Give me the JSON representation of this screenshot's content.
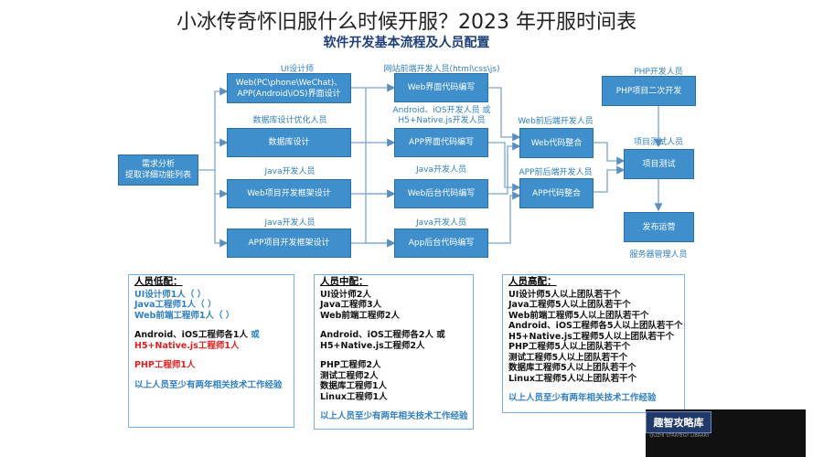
{
  "headline": "小冰传奇怀旧服什么时候开服？2023 年开服时间表",
  "diagram_title": "软件开发基本流程及人员配置",
  "nodes": {
    "requirements": "需求分析\n提取详细功能列表",
    "web_app_ui": "Web(PC\\phone\\WeChat)、\nAPP(Android\\iOS)界面设计",
    "database": "数据库设计",
    "web_framework": "Web项目开发框架设计",
    "app_framework": "APP项目开发框架设计",
    "web_ui_code": "Web界面代码编写",
    "app_ui_code": "APP界面代码编写",
    "web_backend_code": "Web后台代码编写",
    "app_backend_code": "App后台代码编写",
    "web_integration": "Web代码整合",
    "app_integration": "APP代码整合",
    "php_secondary": "PHP项目二次开发",
    "project_test": "项目测试",
    "release": "发布运营"
  },
  "roles": {
    "ui_designer": "UI设计师",
    "db_designer": "数据库设计优化人员",
    "java_dev_1": "Java开发人员",
    "java_dev_2": "Java开发人员",
    "web_frontend": "网站前端开发人员(html\\css\\js)",
    "mobile_dev": "Android、iOS开发人员 或\nH5+Native.js开发人员",
    "java_dev_3": "Java开发人员",
    "java_dev_4": "Java开发人员",
    "web_fullstack": "Web前后端开发人员",
    "app_fullstack": "APP前后端开发人员",
    "php_dev": "PHP开发人员",
    "tester": "项目测试人员",
    "server_admin": "服务器管理人员"
  },
  "panels": {
    "low": {
      "header": "人员低配：",
      "lines": [
        {
          "text": "UI设计师1人（        ）",
          "color": "blue"
        },
        {
          "text": "Java工程师1人（        ）",
          "color": "blue"
        },
        {
          "text": "Web前端工程师1人（        ）",
          "color": "blue"
        },
        {
          "text": "",
          "color": "gap"
        },
        {
          "text": "Android、iOS工程师各1人 或",
          "color": "black",
          "tail": "或"
        },
        {
          "text": "H5+Native.js工程师1人",
          "color": "red"
        },
        {
          "text": "",
          "color": "gap"
        },
        {
          "text": "PHP工程师1人",
          "color": "red"
        },
        {
          "text": "",
          "color": "gap"
        },
        {
          "text": "以上人员至少有两年相关技术工作经验",
          "color": "blue"
        }
      ]
    },
    "mid": {
      "header": "人员中配：",
      "lines": [
        {
          "text": "UI设计师2人",
          "color": "black"
        },
        {
          "text": "Java工程师3人",
          "color": "black"
        },
        {
          "text": "Web前端工程师2人",
          "color": "black"
        },
        {
          "text": "",
          "color": "gap"
        },
        {
          "text": "Android、iOS工程师各2人 或",
          "color": "black"
        },
        {
          "text": "H5+Native.js工程师2人",
          "color": "black"
        },
        {
          "text": "",
          "color": "gap"
        },
        {
          "text": "PHP工程师2人",
          "color": "black"
        },
        {
          "text": "测试工程师2人",
          "color": "black"
        },
        {
          "text": "数据库工程师1人",
          "color": "black"
        },
        {
          "text": "Linux工程师1人",
          "color": "black"
        },
        {
          "text": "",
          "color": "gap"
        },
        {
          "text": "以上人员至少有两年相关技术工作经验",
          "color": "blue"
        }
      ]
    },
    "high": {
      "header": "人员高配：",
      "lines": [
        {
          "text": "UI设计师5人以上团队若干个",
          "color": "black"
        },
        {
          "text": "Java工程师5人以上团队若干个",
          "color": "black"
        },
        {
          "text": "Web前端工程师5人以上团队若干个",
          "color": "black"
        },
        {
          "text": "Android、iOS工程师各5人以上团队若干个",
          "color": "black"
        },
        {
          "text": "H5+Native.js工程师5人以上团队若干个",
          "color": "black"
        },
        {
          "text": "PHP工程师5人以上团队若干个",
          "color": "black"
        },
        {
          "text": "测试工程师5人以上团队若干个",
          "color": "black"
        },
        {
          "text": "数据库工程师5人以上团队若干个",
          "color": "black"
        },
        {
          "text": "Linux工程师5人以上团队若干个",
          "color": "black"
        },
        {
          "text": "",
          "color": "gap"
        },
        {
          "text": "以上人员至少有两年相关技术工作经验",
          "color": "blue"
        }
      ]
    }
  },
  "watermark": {
    "logo": "趣智攻略库",
    "sub": "QUZHI STRATEGY LIBRARY"
  },
  "colors": {
    "box": "#3f8fcc",
    "role": "#2f7fc1",
    "arrow": "#5b8fc0",
    "red": "#e02020"
  }
}
